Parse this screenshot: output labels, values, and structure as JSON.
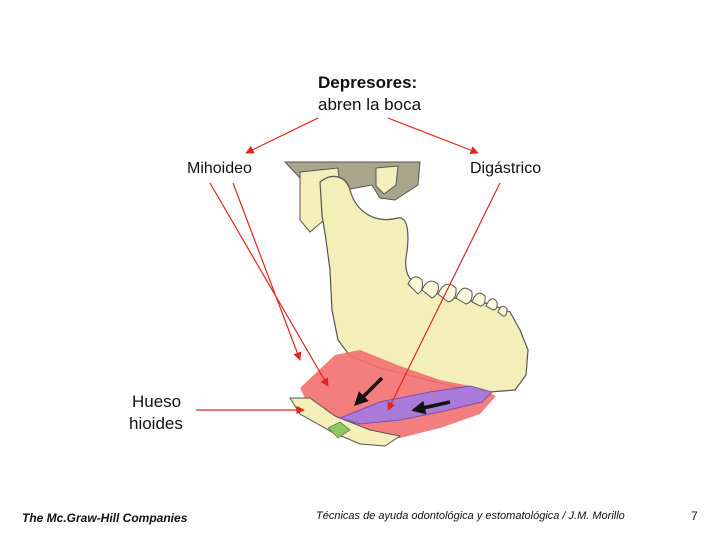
{
  "header": {
    "title": "Depresores:",
    "subtitle": "abren la boca"
  },
  "labels": {
    "mylohyoid": "Mihoideo",
    "digastric": "Digástrico",
    "hyoid_line1": "Hueso",
    "hyoid_line2": "hioides"
  },
  "footer": {
    "publisher": "The Mc.Graw-Hill Companies",
    "course": "Técnicas de ayuda odontológica y estomatológica / J.M. Morillo",
    "page_number": "7"
  },
  "colors": {
    "bone": "#f4efb8",
    "bone_outline": "#555555",
    "skull_shadow": "#a9a58a",
    "mylohyoid_muscle": "#f36f6f",
    "digastric_muscle": "#a97ad8",
    "pointer_lines": "#e0261f",
    "hyoid_green": "#8cc863"
  }
}
